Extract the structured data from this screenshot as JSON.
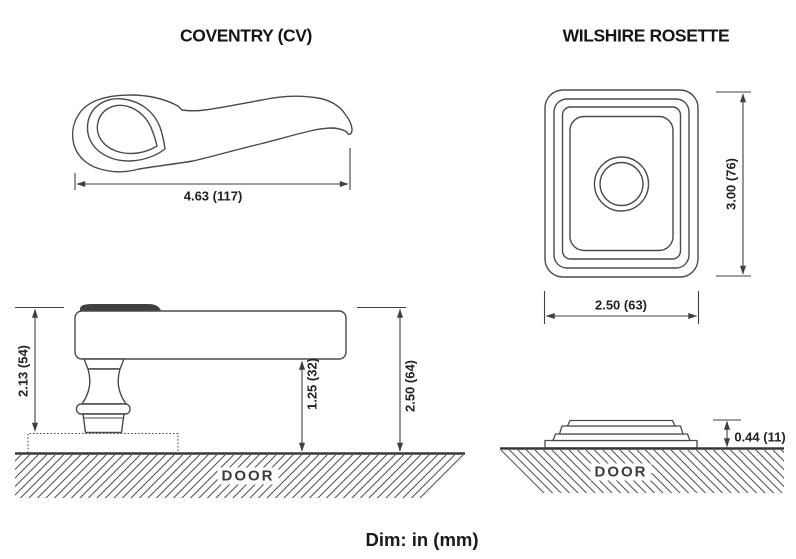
{
  "meta": {
    "dim_note": "Dim: in (mm)"
  },
  "coventry": {
    "title": "COVENTRY (CV)",
    "face": {
      "width_dim": "4.63 (117)"
    },
    "side": {
      "overall_height_dim": "2.13 (54)",
      "lever_to_door_dim": "1.25 (32)",
      "projection_dim": "2.50 (64)",
      "door_label": "DOOR"
    }
  },
  "wilshire": {
    "title": "WILSHIRE ROSETTE",
    "face": {
      "height_dim": "3.00 (76)",
      "width_dim": "2.50 (63)"
    },
    "side": {
      "thickness_dim": "0.44 (11)",
      "door_label": "DOOR"
    }
  },
  "colors": {
    "drawing_line": "#4a4a4a",
    "dimension_line": "#3f3f3f",
    "door_line": "#383838",
    "cap_fill": "#3f3f3f",
    "background": "#ffffff"
  }
}
